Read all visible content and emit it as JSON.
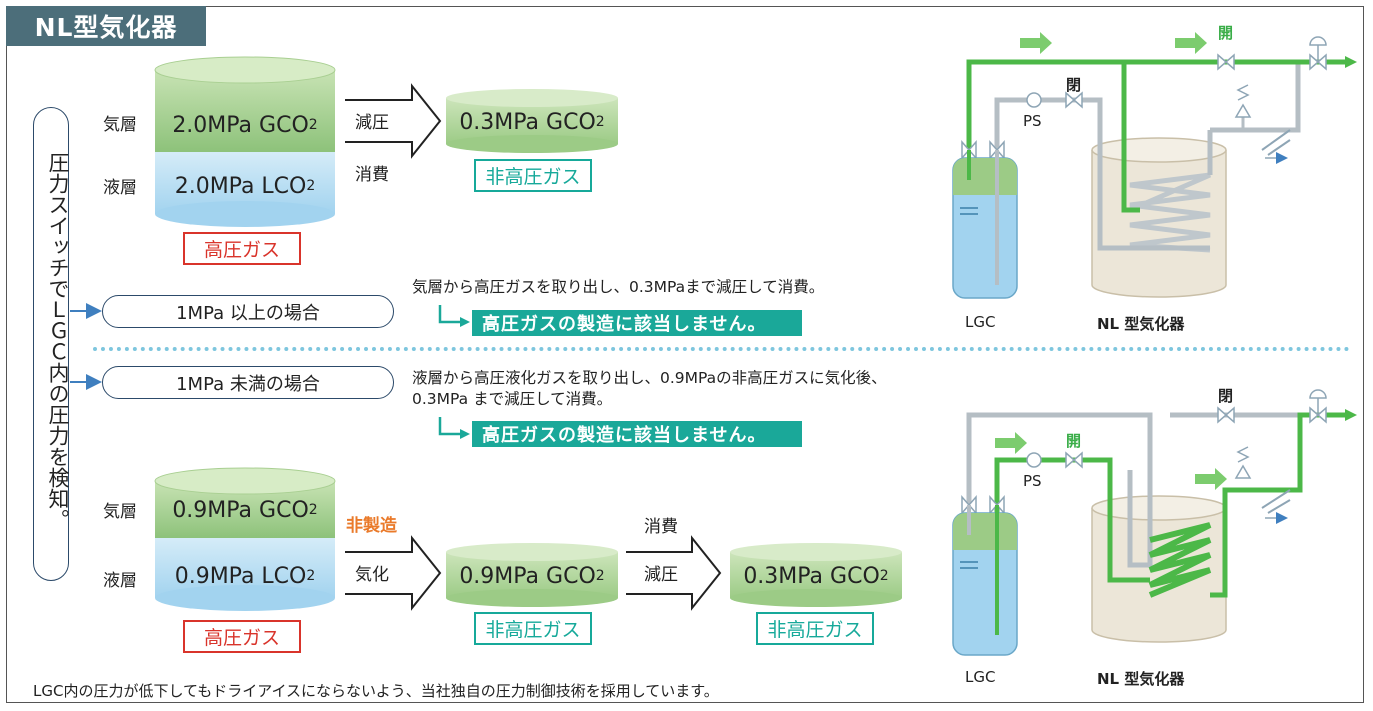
{
  "title": "NL型気化器",
  "side_label": "圧力スイッチでＬＧＣ内の圧力を検知。",
  "top": {
    "gas_layer": "気層",
    "liquid_layer": "液層",
    "tank_gas": "2.0MPa GCO",
    "tank_liquid": "2.0MPa LCO",
    "sub2": "2",
    "high_pressure": "高圧ガス",
    "arrow_top": "減圧",
    "arrow_bottom": "消費",
    "result_tank": "0.3MPa GCO",
    "non_high": "非高圧ガス",
    "condition": "1MPa 以上の場合",
    "desc": "気層から高圧ガスを取り出し、0.3MPaまで減圧して消費。",
    "result_bar": "高圧ガスの製造に該当しません。"
  },
  "bottom": {
    "condition": "1MPa 未満の場合",
    "desc_line1": "液層から高圧液化ガスを取り出し、0.9MPaの非高圧ガスに気化後、",
    "desc_line2": "0.3MPa まで減圧して消費。",
    "result_bar": "高圧ガスの製造に該当しません。",
    "gas_layer": "気層",
    "liquid_layer": "液層",
    "tank_gas": "0.9MPa GCO",
    "tank_liquid": "0.9MPa LCO",
    "sub2": "2",
    "high_pressure": "高圧ガス",
    "non_manufacture": "非製造",
    "arrow1": "気化",
    "mid_tank": "0.9MPa GCO",
    "non_high_1": "非高圧ガス",
    "arrow2_top": "消費",
    "arrow2_bottom": "減圧",
    "final_tank": "0.3MPa GCO",
    "non_high_2": "非高圧ガス"
  },
  "diagram_top": {
    "open": "開",
    "closed": "閉",
    "ps": "PS",
    "lgc": "LGC",
    "vaporizer": "NL 型気化器"
  },
  "diagram_bottom": {
    "open": "開",
    "closed": "閉",
    "ps": "PS",
    "lgc": "LGC",
    "vaporizer": "NL 型気化器"
  },
  "footer": "LGC内の圧力が低下してもドライアイスにならないよう、当社独自の圧力制御技術を採用しています。",
  "colors": {
    "title_bg": "#4c6e7a",
    "red": "#d9342b",
    "teal": "#1aa899",
    "orange": "#ea7a2a",
    "green_pipe": "#4cb848"
  }
}
